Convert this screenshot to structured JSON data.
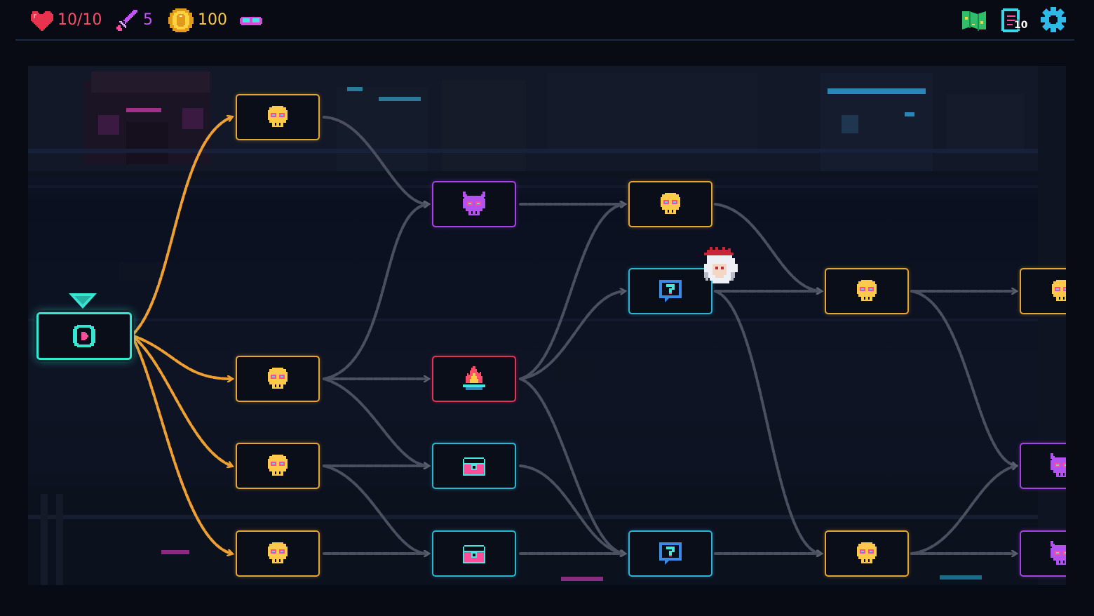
{
  "hud": {
    "hp": "10/10",
    "attack": "5",
    "gold": "100",
    "deck_count": "10",
    "icons": {
      "hp": "heart-icon",
      "attack": "sword-icon",
      "gold": "coin-icon",
      "relic": "goggles-icon",
      "map": "map-icon",
      "deck": "deck-icon",
      "settings": "gear-icon"
    }
  },
  "colors": {
    "enemy": "#e6a430",
    "elite": "#a840e8",
    "rest": "#e0335a",
    "chest": "#26b8d0",
    "event": "#2bb4d8",
    "start": "#35e6d2",
    "active_path": "#f0a030",
    "inactive_path": "#4a5060"
  },
  "map": {
    "columns": [
      [
        {
          "type": "start",
          "icon": "portal-icon",
          "current": true
        }
      ],
      [
        {
          "type": "enemy",
          "icon": "skull-icon"
        },
        {
          "type": "enemy",
          "icon": "skull-icon"
        },
        {
          "type": "enemy",
          "icon": "skull-icon"
        },
        {
          "type": "enemy",
          "icon": "skull-icon"
        }
      ],
      [
        {
          "type": "elite",
          "icon": "horned-skull-icon"
        },
        {
          "type": "rest",
          "icon": "campfire-icon"
        },
        {
          "type": "chest",
          "icon": "treasure-chest-icon"
        },
        {
          "type": "chest",
          "icon": "treasure-chest-icon"
        }
      ],
      [
        {
          "type": "enemy",
          "icon": "skull-icon"
        },
        {
          "type": "event",
          "icon": "question-bubble-icon"
        },
        {
          "type": "event",
          "icon": "question-bubble-icon"
        }
      ],
      [
        {
          "type": "enemy",
          "icon": "skull-icon"
        },
        {
          "type": "enemy",
          "icon": "skull-icon"
        }
      ],
      [
        {
          "type": "enemy",
          "icon": "skull-icon"
        },
        {
          "type": "elite",
          "icon": "horned-skull-icon"
        },
        {
          "type": "elite",
          "icon": "horned-skull-icon"
        }
      ]
    ]
  }
}
